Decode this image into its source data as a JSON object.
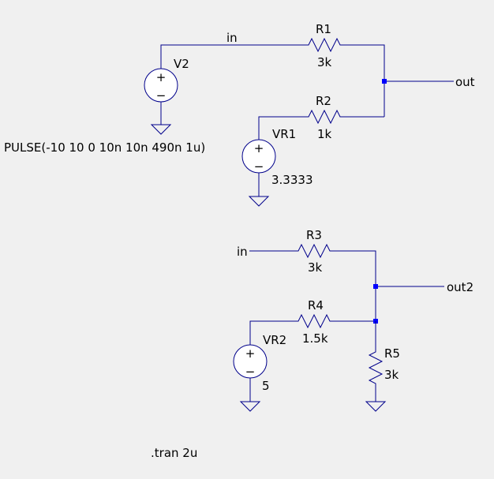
{
  "schematic": {
    "nets": {
      "in_top": "in",
      "in_bottom": "in",
      "out": "out",
      "out2": "out2"
    },
    "v2": {
      "name": "V2",
      "value": "PULSE(-10 10 0 10n 10n 490n 1u)"
    },
    "vr1": {
      "name": "VR1",
      "value": "3.3333"
    },
    "vr2": {
      "name": "VR2",
      "value": "5"
    },
    "r1": {
      "name": "R1",
      "value": "3k"
    },
    "r2": {
      "name": "R2",
      "value": "1k"
    },
    "r3": {
      "name": "R3",
      "value": "3k"
    },
    "r4": {
      "name": "R4",
      "value": "1.5k"
    },
    "r5": {
      "name": "R5",
      "value": "3k"
    },
    "directive": ".tran 2u",
    "polarity": {
      "plus": "+",
      "minus": "−"
    }
  },
  "colors": {
    "wire": "#00008b",
    "junction": "#0000ff",
    "background": "#f0f0f0",
    "text": "#000000"
  }
}
